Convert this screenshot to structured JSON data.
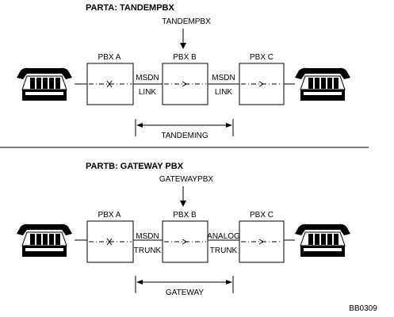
{
  "part_a": {
    "title": "PARTA: TANDEMPBX",
    "callout": "TANDEMPBX",
    "pbx_a": "PBX A",
    "pbx_b": "PBX B",
    "pbx_c": "PBX C",
    "link1_top": "MSDN",
    "link1_bottom": "LINK",
    "link2_top": "MSDN",
    "link2_bottom": "LINK",
    "span_label": "TANDEMING"
  },
  "part_b": {
    "title": "PARTB: GATEWAY PBX",
    "callout": "GATEWAYPBX",
    "pbx_a": "PBX A",
    "pbx_b": "PBX B",
    "pbx_c": "PBX C",
    "link1_top": "MSDN",
    "link1_bottom": "TRUNK",
    "link2_top": "ANALOG",
    "link2_bottom": "TRUNK",
    "span_label": "GATEWAY"
  },
  "figure_id": "BB0309",
  "icons": [
    "telephone-icon",
    "arrow-down-icon",
    "double-arrow-icon"
  ]
}
